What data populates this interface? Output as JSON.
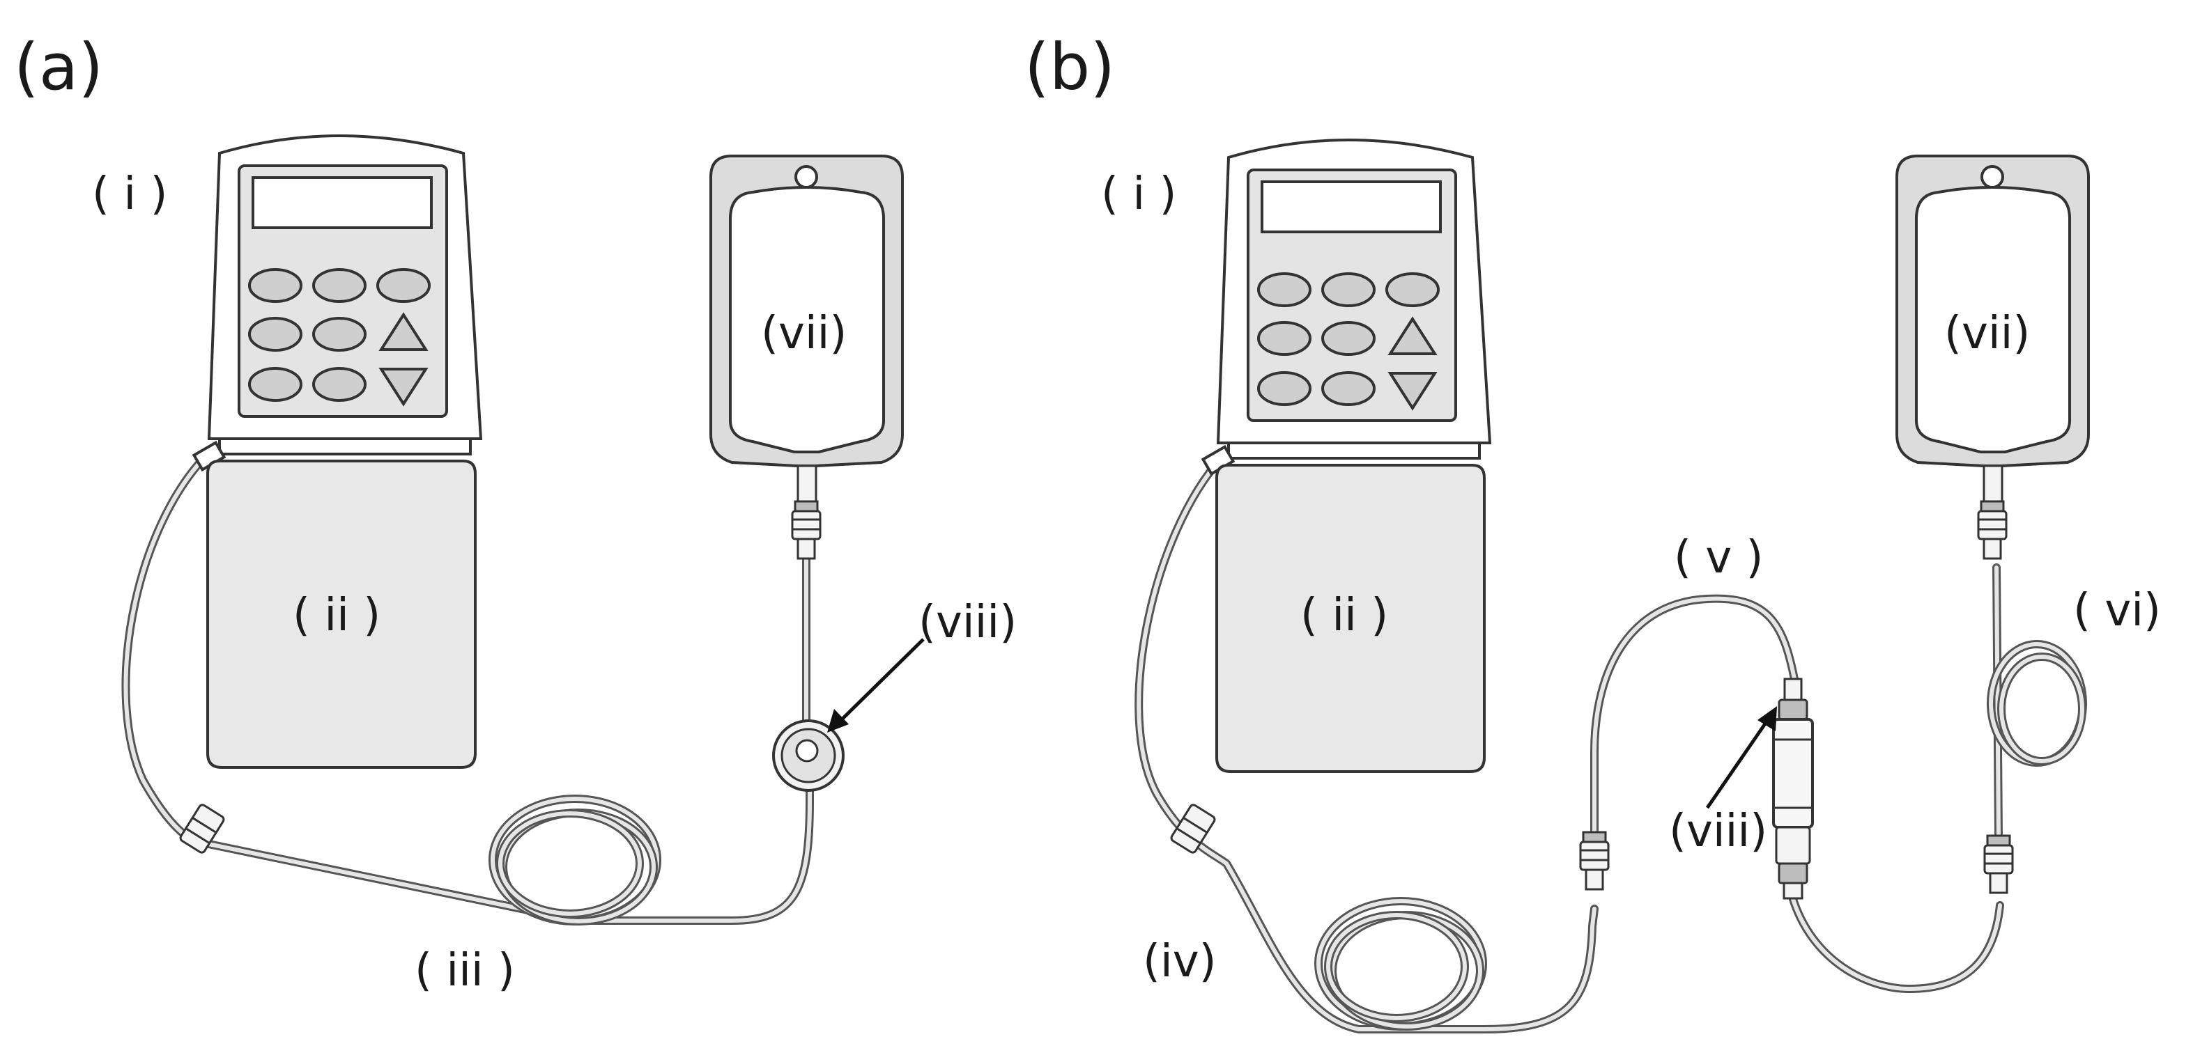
{
  "figure": {
    "panels": [
      {
        "id": "a",
        "label": "(a)",
        "parts": {
          "pump": "( i )",
          "pouch": "( ii )",
          "tubing": "( iii )",
          "bag": "(vii)",
          "filter": "(viii)"
        }
      },
      {
        "id": "b",
        "label": "(b)",
        "parts": {
          "pump": "( i )",
          "pouch": "( ii )",
          "tubing_iv": "(iv)",
          "tubing_v": "( v )",
          "tubing_vi": "( vi)",
          "bag": "(vii)",
          "filter": "(viii)"
        }
      }
    ]
  }
}
